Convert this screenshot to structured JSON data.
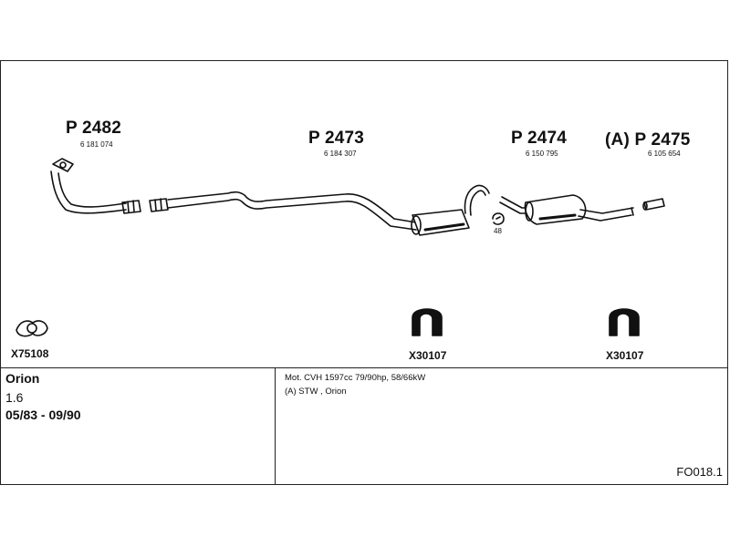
{
  "parts": {
    "p2482": {
      "number": "P 2482",
      "oe": "6 181 074"
    },
    "p2473": {
      "number": "P 2473",
      "oe": "6 184 307"
    },
    "p2474": {
      "number": "P 2474",
      "oe": "6 150 795"
    },
    "p2475": {
      "number": "(A) P 2475",
      "oe": "6 105 654"
    }
  },
  "clamp_size": "48",
  "accessories": {
    "gasket": "X75108",
    "hanger_1": "X30107",
    "hanger_2": "X30107"
  },
  "vehicle": {
    "model": "Orion",
    "engine_size": "1.6",
    "years": "05/83 - 09/90"
  },
  "notes": {
    "line1": "Mot. CVH 1597cc 79/90hp, 58/66kW",
    "line2": "(A) STW , Orion"
  },
  "reference": "FO018.1"
}
